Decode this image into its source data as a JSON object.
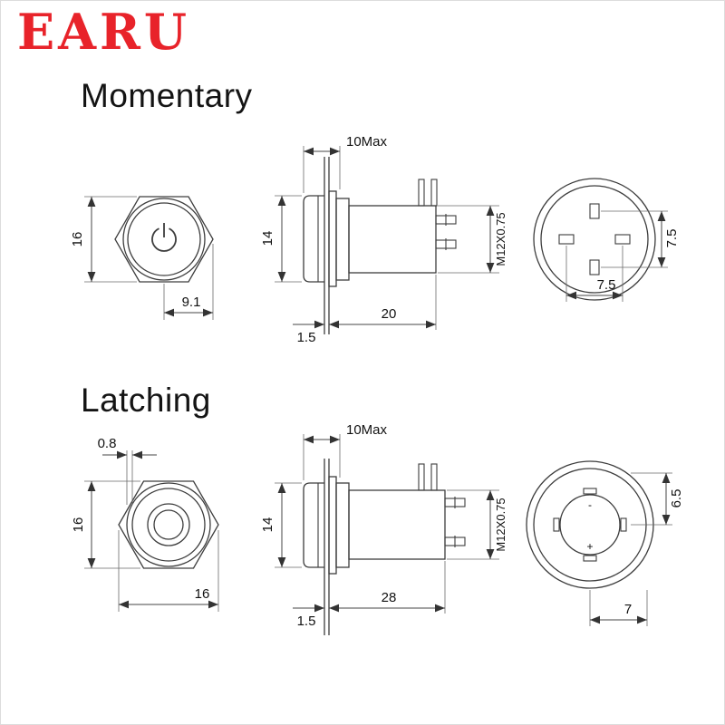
{
  "brand": {
    "name": "EARU",
    "color": "#e8232a"
  },
  "sections": [
    {
      "title": "Momentary",
      "front": {
        "across_flats": "16",
        "half_width": "9.1"
      },
      "side": {
        "head_max": "10Max",
        "head_diameter": "14",
        "thread": "M12X0.75",
        "panel_thickness": "1.5",
        "body_length": "20"
      },
      "back": {
        "pin_pitch_vertical": "7.5",
        "pin_pitch_horizontal": "7.5"
      }
    },
    {
      "title": "Latching",
      "front": {
        "bezel_lip": "0.8",
        "across_flats": "16",
        "across_width": "16"
      },
      "side": {
        "head_max": "10Max",
        "head_diameter": "14",
        "thread": "M12X0.75",
        "panel_thickness": "1.5",
        "body_length": "28"
      },
      "back": {
        "pin_pitch_vertical": "6.5",
        "pin_pitch_horizontal": "7",
        "terminal_positive": "+",
        "terminal_negative": "-"
      }
    }
  ]
}
